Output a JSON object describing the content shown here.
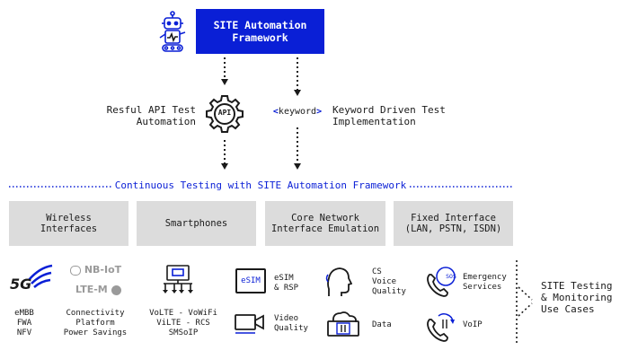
{
  "header": {
    "title": "SITE Automation\nFramework"
  },
  "methods": {
    "left": {
      "label": "Resful API Test\nAutomation",
      "gear_text": "API"
    },
    "right": {
      "label": "Keyword Driven Test\nImplementation",
      "keyword_text": "keyword"
    }
  },
  "banner": {
    "text": "Continuous Testing with SITE Automation Framework"
  },
  "categories": [
    {
      "label": "Wireless\nInterfaces"
    },
    {
      "label": "Smartphones"
    },
    {
      "label": "Core Network\nInterface Emulation"
    },
    {
      "label": "Fixed Interface\n(LAN, PSTN, ISDN)"
    }
  ],
  "icons": {
    "fiveg": "5G",
    "nbiot": "NB-IoT",
    "ltem": "LTE-M",
    "esim": "eSIM",
    "sos": "SOS"
  },
  "items": {
    "wireless": "eMBB\nFWA\nNFV",
    "connectivity": "Connectivity\nPlatform\nPower Savings",
    "volte": "VoLTE - VoWiFi\nViLTE - RCS\nSMSoIP",
    "esim": "eSIM\n& RSP",
    "video": "Video\nQuality",
    "cs_voice": "CS\nVoice\nQuality",
    "data": "Data",
    "emergency": "Emergency\nServices",
    "voip": "VoIP"
  },
  "use_cases": {
    "label": "SITE Testing\n& Monitoring\nUse Cases"
  },
  "colors": {
    "accent": "#0a1fd6",
    "box_bg": "#dcdcdc",
    "text": "#1a1a1a"
  }
}
